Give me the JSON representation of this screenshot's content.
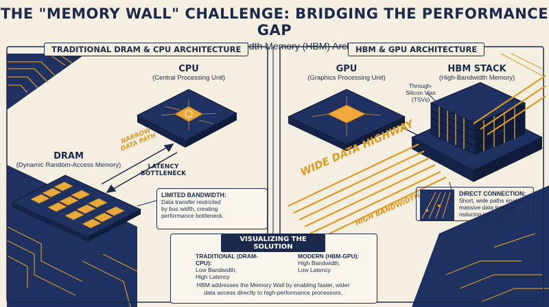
{
  "header": {
    "title": "THE \"MEMORY WALL\" CHALLENGE: BRIDGING THE PERFORMANCE GAP",
    "subtitle": "Traditional DRAM vs. High-Bandwidth Memory (HBM) Architectures in Computing"
  },
  "left_panel": {
    "title": "TRADITIONAL DRAM & CPU ARCHITECTURE",
    "cpu_title": "CPU",
    "cpu_sub": "(Central Processing Unit)",
    "dram_title": "DRAM",
    "dram_sub": "(Dynamic Random-Access Memory)",
    "narrow_path": [
      "NARROW",
      "DATA PATH"
    ],
    "latency": [
      "LATENCY",
      "BOTTLENECK"
    ],
    "callout_title": "LIMITED BANDWIDTH:",
    "callout_body": [
      "Data transfer restricted",
      "by bus width, creating",
      "performance bottleneck."
    ]
  },
  "right_panel": {
    "title": "HBM & GPU ARCHITECTURE",
    "gpu_title": "GPU",
    "gpu_sub": "(Graphics Processing Unit)",
    "hbm_title": "HBM STACK",
    "hbm_sub": "(High-Bandwidth Memory)",
    "tsv": [
      "Through-",
      "Silicon Vias",
      "(TSVs)"
    ],
    "highway": "WIDE DATA HIGHWAY",
    "high_bw": "HIGH BANDWIDTH",
    "callout_title": "DIRECT CONNECTION:",
    "callout_body": [
      "Short, wide paths enable",
      "massive data transfer,",
      "reducing latency."
    ]
  },
  "solution": {
    "title": "VISUALIZING THE SOLUTION",
    "trad_title": "TRADITIONAL (DRAM-CPU):",
    "trad_lines": [
      "Low Bandwidth,",
      "High Latency"
    ],
    "modern_title": "MODERN (HBM-GPU):",
    "modern_lines": [
      "High Bandwidth,",
      "Low Latency"
    ],
    "footer": [
      "HBM addresses the Memory Wall by enabling faster, wider",
      "data access directly to high-performance processors."
    ]
  },
  "colors": {
    "navy": "#1b2a4a",
    "orange": "#e0991f",
    "cream": "#f5efe2"
  }
}
